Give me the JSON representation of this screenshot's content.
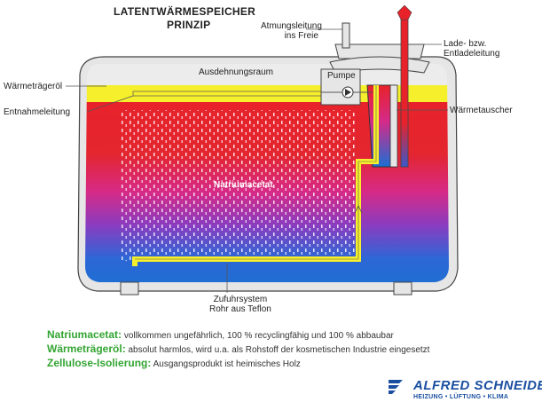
{
  "title": {
    "line1": "LATENTWÄRMESPEICHER",
    "line2": "PRINZIP"
  },
  "labels": {
    "atmungsleitung": [
      "Atmungsleitung",
      "ins Freie"
    ],
    "ladeleitung": [
      "Lade- bzw.",
      "Entladeleitung"
    ],
    "ausdehnungsraum": "Ausdehnungsraum",
    "pumpe": "Pumpe",
    "waermetraegeroel": "Wärmeträgeröl",
    "entnahmeleitung": "Entnahmeleitung",
    "waermetauscher": "Wärmetauscher",
    "natriumacetat": "Natriumacetat",
    "zufuhrsystem": [
      "Zufuhrsystem",
      "Rohr aus Teflon"
    ]
  },
  "legend": [
    {
      "key": "Natriumacetat:",
      "text": "vollkommen ungefährlich, 100 % recyclingfähig und 100 % abbaubar"
    },
    {
      "key": "Wärmeträgeröl:",
      "text": "absolut harmlos, wird u.a. als Rohstoff der kosmetischen Industrie eingesetzt"
    },
    {
      "key": "Zellulose-Isolierung:",
      "text": "Ausgangsprodukt ist heimisches Holz"
    }
  ],
  "logo": {
    "name": "ALFRED SCHNEIDER",
    "tagline": "HEIZUNG • LÜFTUNG • KLIMA"
  },
  "colors": {
    "oil_yellow": "#f6ef2b",
    "hot_red": "#e8222b",
    "magenta": "#d42a8a",
    "cold_blue": "#1c6fd3",
    "tank_gray": "#e4e4e4",
    "legend_green": "#33a532",
    "logo_blue": "#1a4fa0"
  }
}
